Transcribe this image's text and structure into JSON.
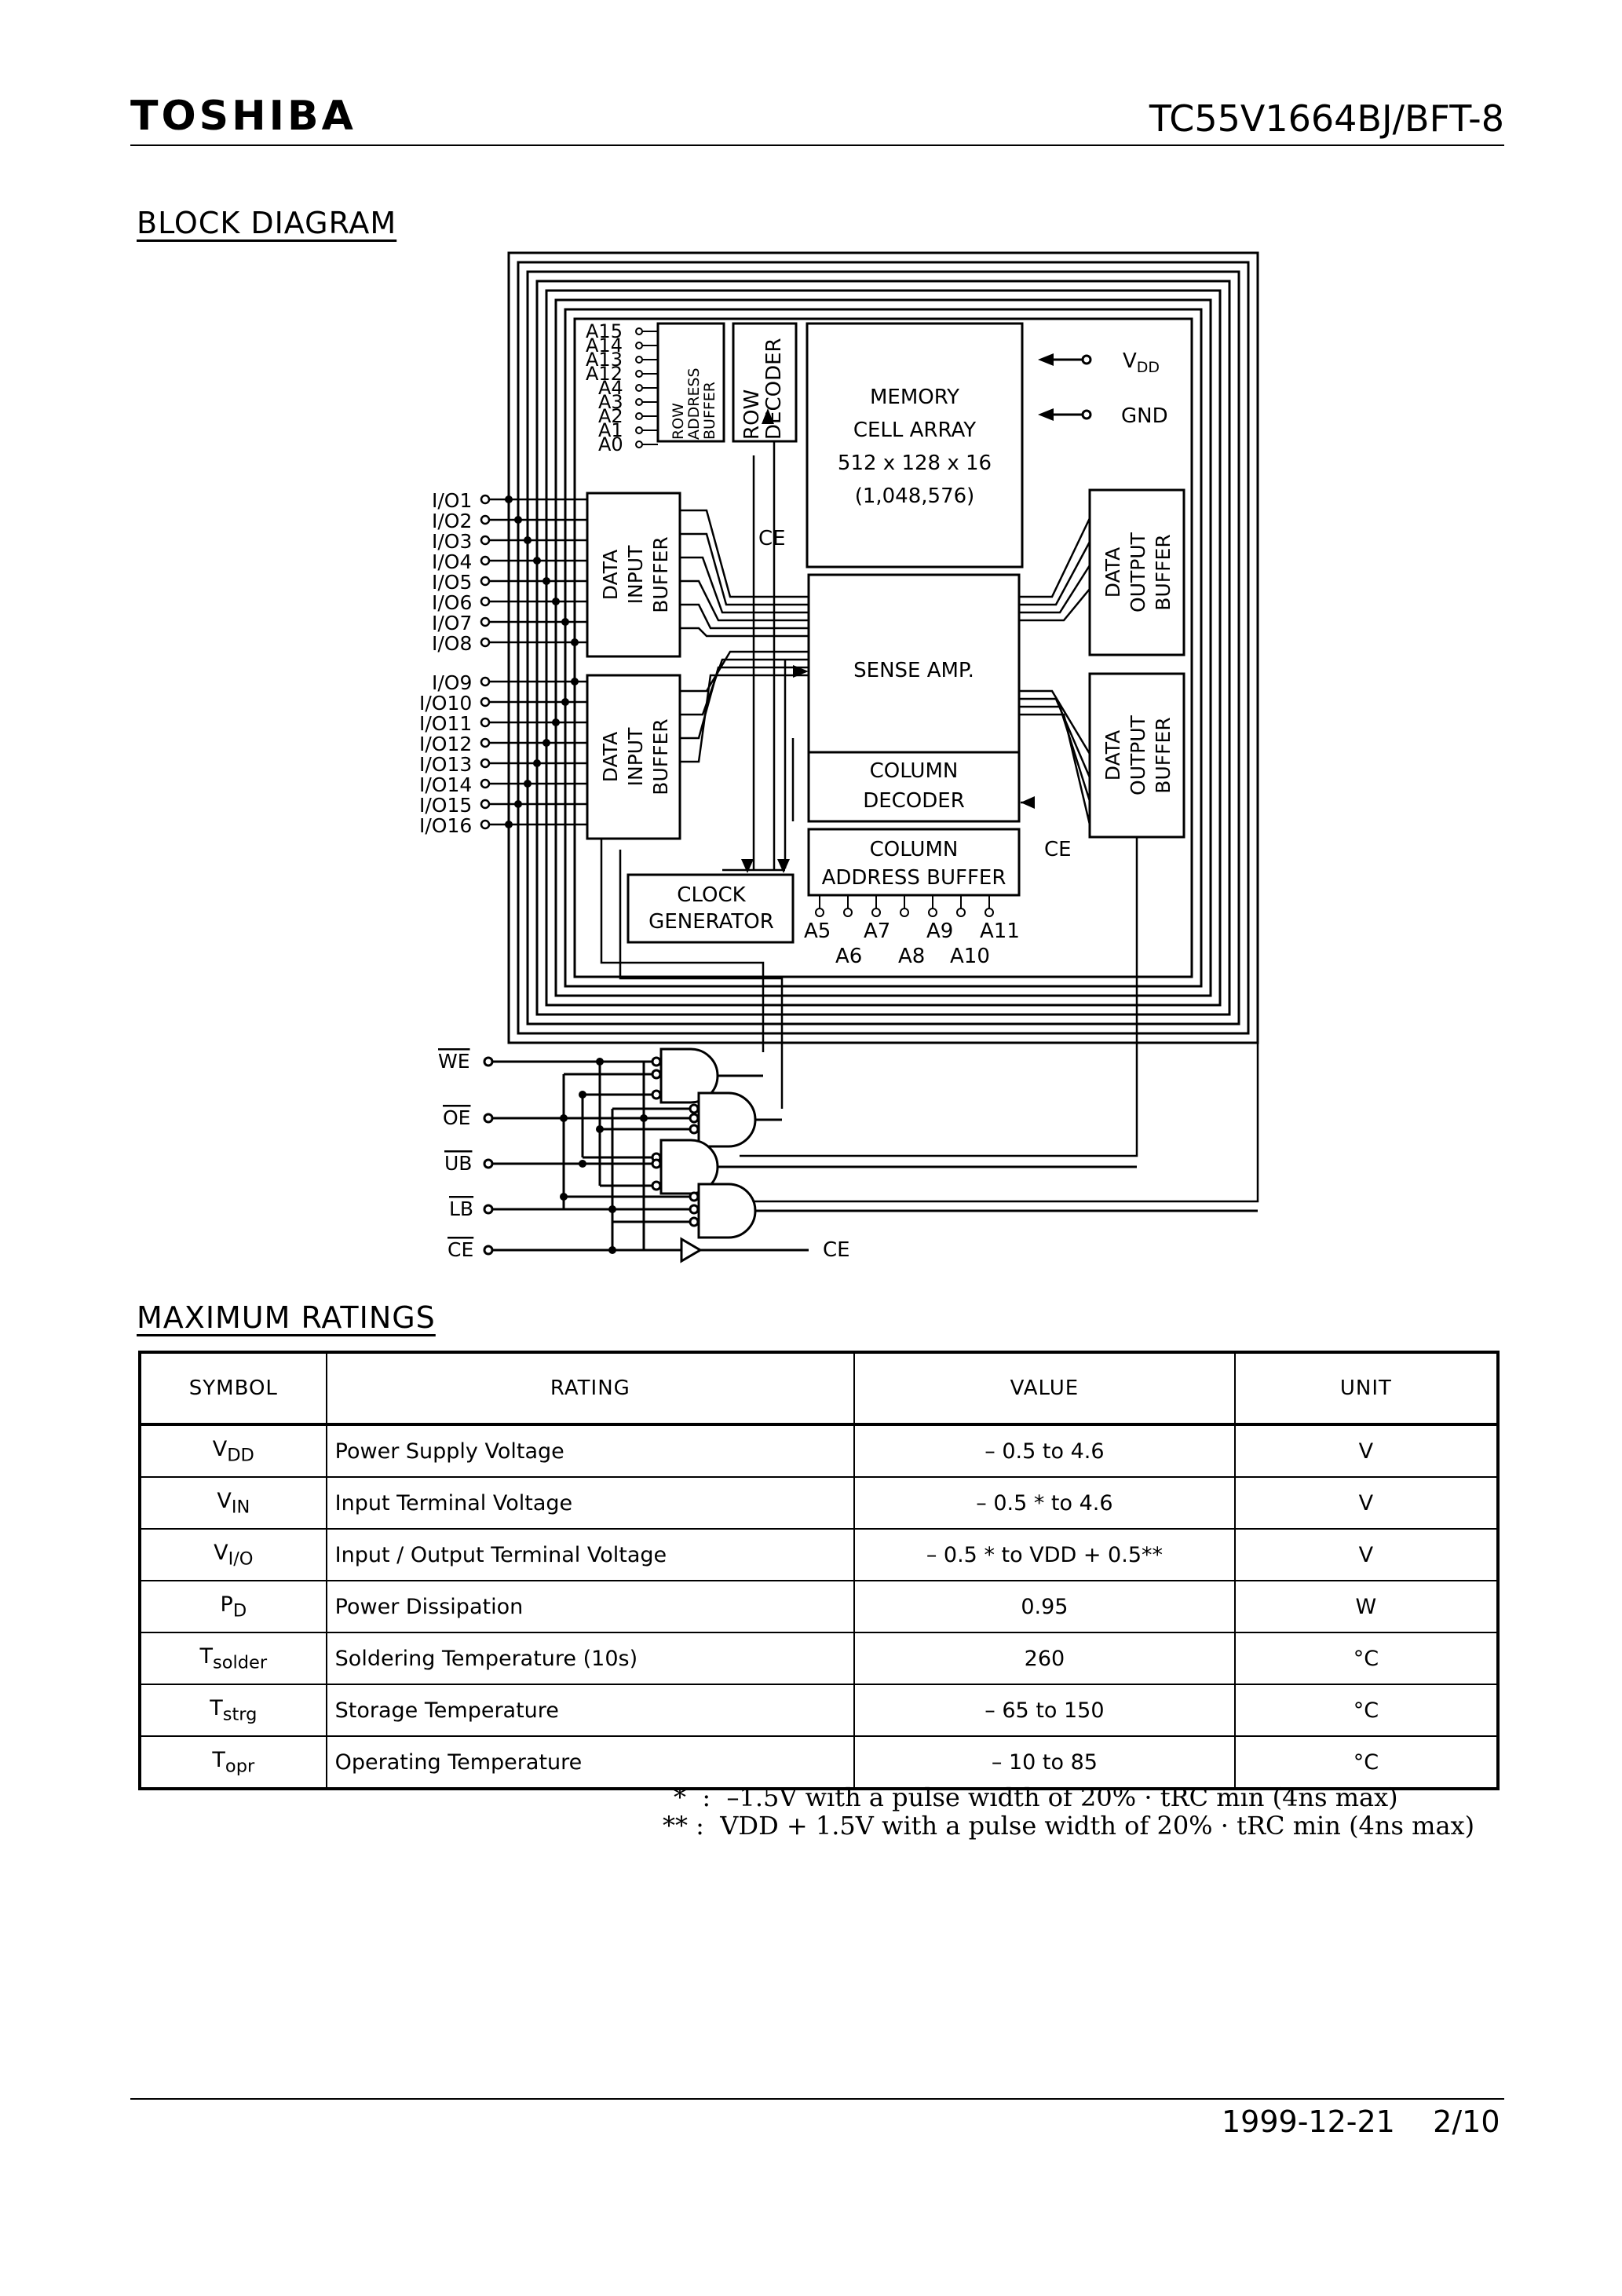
{
  "header": {
    "brand": "TOSHIBA",
    "part_number": "TC55V1664BJ/BFT-8"
  },
  "sections": {
    "block_diagram": "BLOCK DIAGRAM",
    "maximum_ratings": "MAXIMUM RATINGS"
  },
  "diagram": {
    "address_row": [
      "A15",
      "A14",
      "A13",
      "A12",
      "A4",
      "A3",
      "A2",
      "A1",
      "A0"
    ],
    "row_address_buffer": [
      "ROW",
      "ADDRESS",
      "BUFFER"
    ],
    "row_decoder": [
      "ROW",
      "DECODER"
    ],
    "memory": [
      "MEMORY",
      "CELL ARRAY",
      "512 x 128 x 16",
      "(1,048,576)"
    ],
    "vdd": "V",
    "vdd_sub": "DD",
    "gnd": "GND",
    "io_upper": [
      "I/O1",
      "I/O2",
      "I/O3",
      "I/O4",
      "I/O5",
      "I/O6",
      "I/O7",
      "I/O8"
    ],
    "io_lower": [
      "I/O9",
      "I/O10",
      "I/O11",
      "I/O12",
      "I/O13",
      "I/O14",
      "I/O15",
      "I/O16"
    ],
    "data_input_buffer": [
      "DATA",
      "INPUT",
      "BUFFER"
    ],
    "data_output_buffer": [
      "DATA",
      "OUTPUT",
      "BUFFER"
    ],
    "sense_amp": "SENSE AMP.",
    "column_decoder": [
      "COLUMN",
      "DECODER"
    ],
    "column_address_buffer": [
      "COLUMN",
      "ADDRESS BUFFER"
    ],
    "clock_generator": [
      "CLOCK",
      "GENERATOR"
    ],
    "ce": "CE",
    "address_col_top": [
      "A5",
      "A7",
      "A9",
      "A11"
    ],
    "address_col_bottom": [
      "A6",
      "A8",
      "A10"
    ],
    "control_inputs": [
      "WE",
      "OE",
      "UB",
      "LB",
      "CE"
    ]
  },
  "ratings_table": {
    "headers": [
      "SYMBOL",
      "RATING",
      "VALUE",
      "UNIT"
    ],
    "rows": [
      {
        "sym": "V",
        "sub": "DD",
        "rating": "Power Supply Voltage",
        "value": "– 0.5  to  4.6",
        "unit": "V"
      },
      {
        "sym": "V",
        "sub": "IN",
        "rating": "Input Terminal Voltage",
        "value": "– 0.5 *   to  4.6",
        "unit": "V"
      },
      {
        "sym": "V",
        "sub": "I/O",
        "rating": "Input / Output Terminal Voltage",
        "value": "– 0.5 *   to  VDD + 0.5**",
        "unit": "V"
      },
      {
        "sym": "P",
        "sub": "D",
        "rating": "Power Dissipation",
        "value": "0.95",
        "unit": "W"
      },
      {
        "sym": "T",
        "sub": "solder",
        "rating": "Soldering Temperature (10s)",
        "value": "260",
        "unit": "°C"
      },
      {
        "sym": "T",
        "sub": "strg",
        "rating": "Storage Temperature",
        "value": "– 65  to  150",
        "unit": "°C"
      },
      {
        "sym": "T",
        "sub": "opr",
        "rating": "Operating Temperature",
        "value": "– 10  to  85",
        "unit": "°C"
      }
    ]
  },
  "notes": [
    "*  :  –1.5V with a pulse width of 20% · tRC min (4ns max)",
    "** :  VDD + 1.5V with a pulse width of 20% · tRC min (4ns max)"
  ],
  "footer": {
    "date": "1999-12-21",
    "page": "2/10"
  }
}
